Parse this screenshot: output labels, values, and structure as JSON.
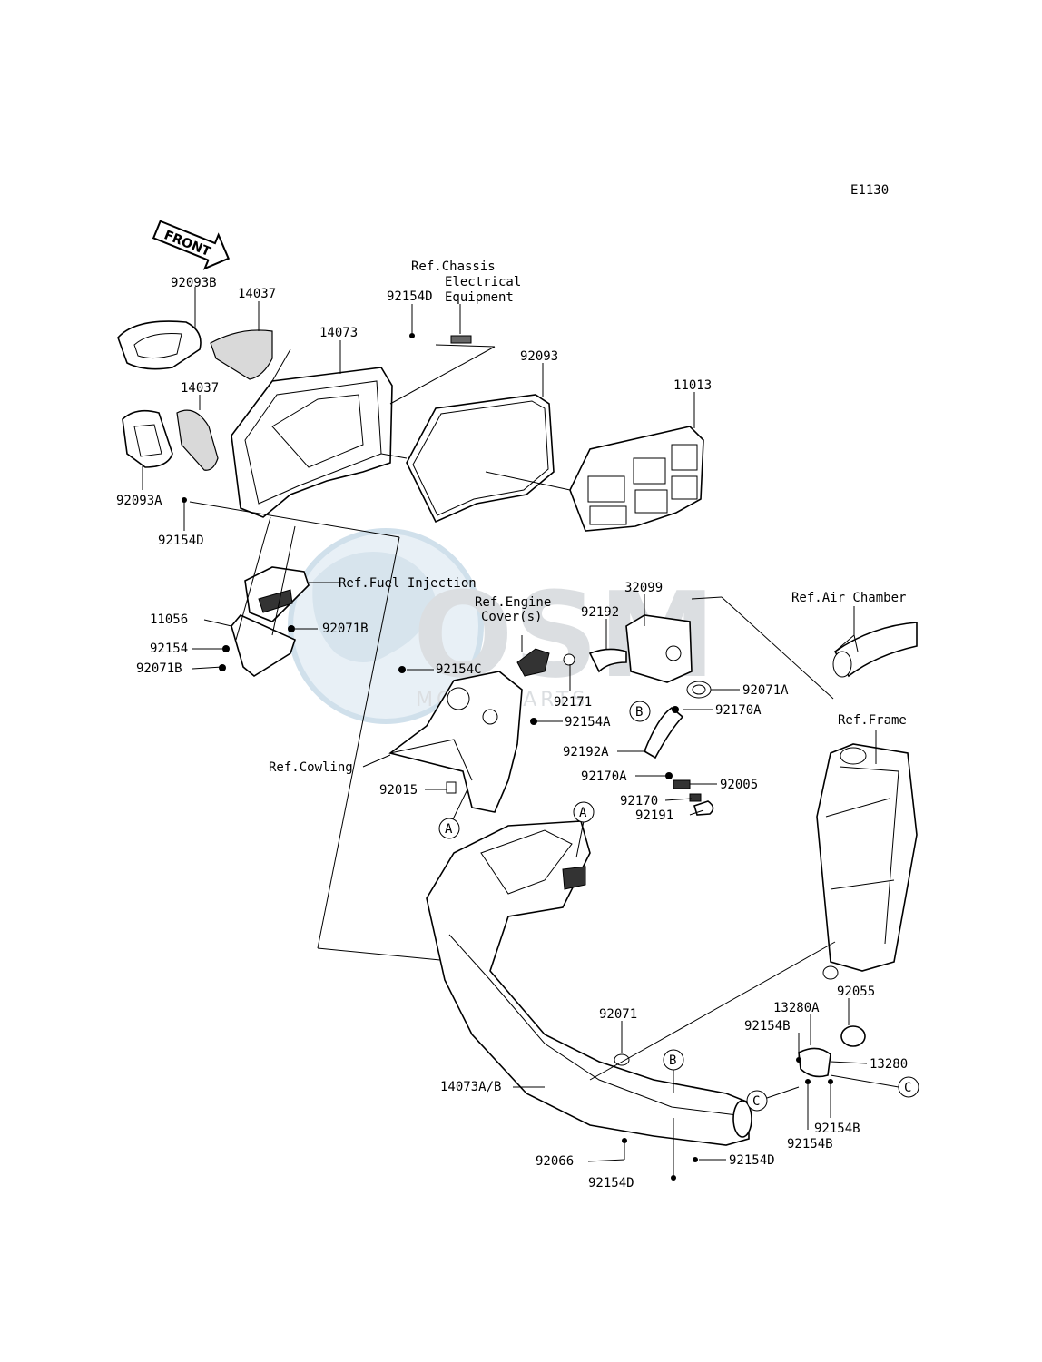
{
  "diagram_code": "E1130",
  "front_arrow_label": "FRONT",
  "watermark": {
    "brand": "OSM",
    "subtitle": "MOTORPARTS"
  },
  "callouts": {
    "c_92093B": "92093B",
    "c_14037_top": "14037",
    "c_14073": "14073",
    "c_14037_mid": "14037",
    "c_92093A": "92093A",
    "c_92154D_left": "92154D",
    "c_92154D_top": "92154D",
    "c_92093": "92093",
    "c_11013": "11013",
    "c_11056": "11056",
    "c_92154": "92154",
    "c_92071B_left": "92071B",
    "c_92071B_right": "92071B",
    "c_92154C": "92154C",
    "c_32099": "32099",
    "c_92192": "92192",
    "c_92171": "92171",
    "c_92071A": "92071A",
    "c_92170A_top": "92170A",
    "c_92154A": "92154A",
    "c_92192A": "92192A",
    "c_92170A_mid": "92170A",
    "c_92005": "92005",
    "c_92170": "92170",
    "c_92191": "92191",
    "c_92015": "92015",
    "c_92071": "92071",
    "c_92055": "92055",
    "c_13280A": "13280A",
    "c_92154B_top": "92154B",
    "c_13280": "13280",
    "c_14073AB": "14073A/B",
    "c_92154B_mid": "92154B",
    "c_92154B_bot": "92154B",
    "c_92066": "92066",
    "c_92154D_bot1": "92154D",
    "c_92154D_bot2": "92154D"
  },
  "references": {
    "chassis_1": "Ref.Chassis",
    "chassis_2": "Electrical",
    "chassis_3": "Equipment",
    "fuel": "Ref.Fuel Injection",
    "engine_1": "Ref.Engine",
    "engine_2": "Cover(s)",
    "air_chamber": "Ref.Air Chamber",
    "frame": "Ref.Frame",
    "cowling": "Ref.Cowling"
  },
  "markers": {
    "A1": "A",
    "A2": "A",
    "B1": "B",
    "B2": "B",
    "C1": "C",
    "C2": "C"
  }
}
